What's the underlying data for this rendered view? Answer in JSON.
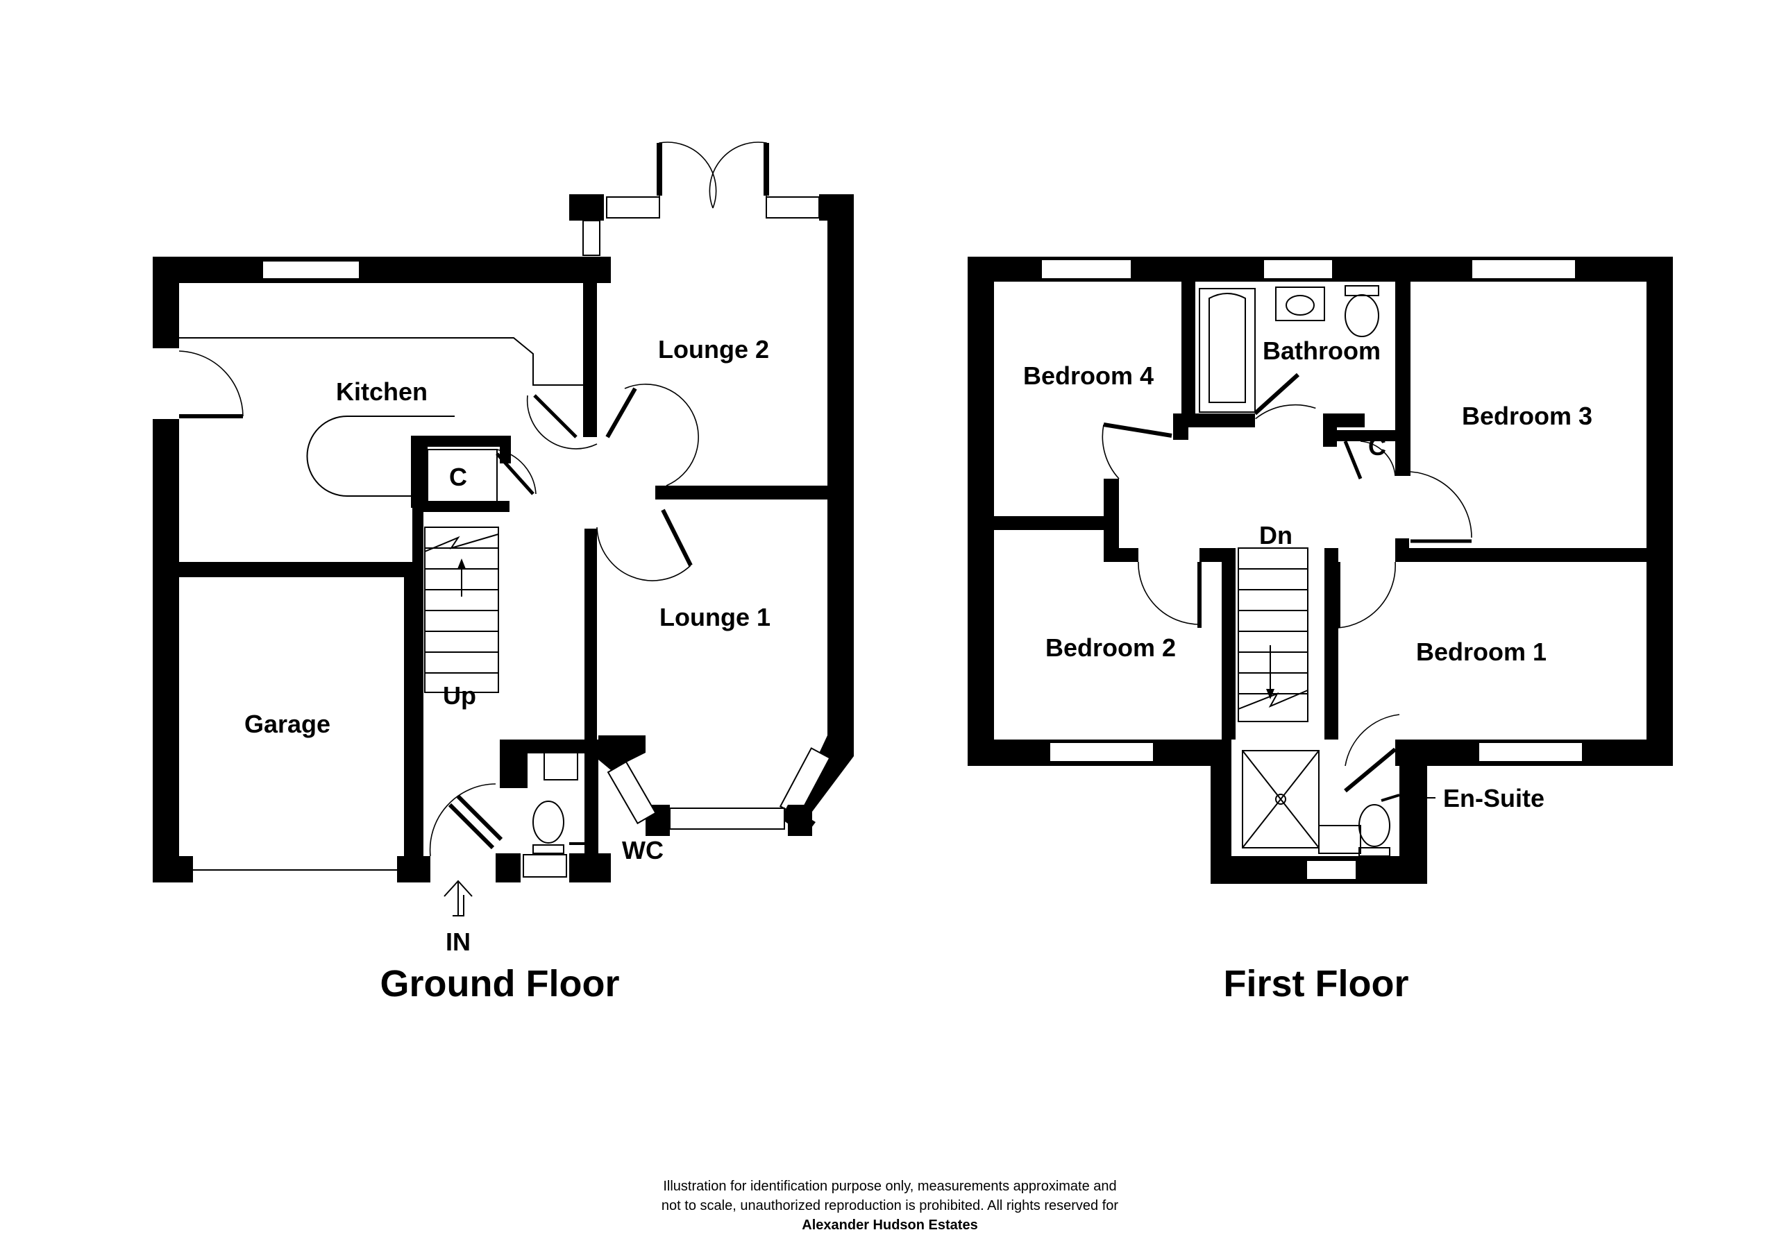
{
  "ground_floor": {
    "title": "Ground Floor",
    "rooms": {
      "kitchen": "Kitchen",
      "lounge2": "Lounge 2",
      "lounge1": "Lounge 1",
      "garage": "Garage",
      "cupboard": "C",
      "stairs": "Up",
      "wc": "WC",
      "entrance": "IN"
    }
  },
  "first_floor": {
    "title": "First Floor",
    "rooms": {
      "bedroom4": "Bedroom 4",
      "bathroom": "Bathroom",
      "bedroom3": "Bedroom 3",
      "bedroom2": "Bedroom 2",
      "bedroom1": "Bedroom 1",
      "cupboard": "C",
      "stairs": "Dn",
      "ensuite": "En-Suite"
    }
  },
  "disclaimer": {
    "line1": "Illustration for identification purpose only, measurements approximate and",
    "line2": "not to scale, unauthorized reproduction is prohibited. All rights reserved for",
    "line3": "Alexander Hudson Estates"
  }
}
